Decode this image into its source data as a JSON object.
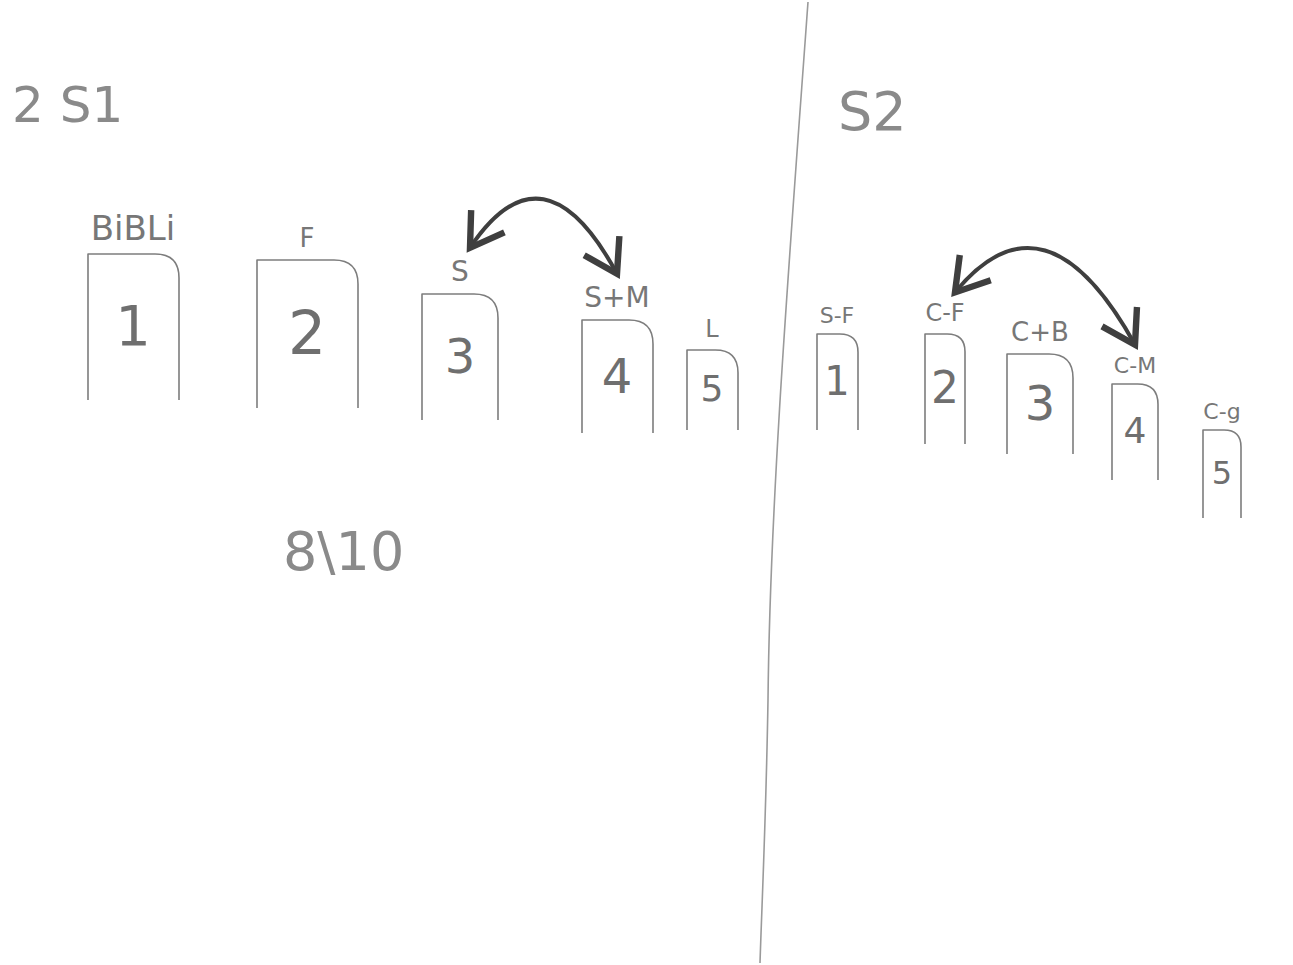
{
  "diagram": {
    "nodes": [
      {
        "text": [
          "BiBLi",
          "1"
        ]
      },
      {
        "text": [
          "F",
          "2"
        ]
      },
      {
        "text": [
          "S",
          "3"
        ]
      },
      {
        "text": [
          "S+M",
          "4"
        ]
      },
      {
        "text": [
          "L",
          "5"
        ]
      },
      {
        "text": [
          "S-F",
          "1"
        ]
      },
      {
        "text": [
          "C-F",
          "2"
        ]
      },
      {
        "text": [
          "C+B",
          "3"
        ]
      },
      {
        "text": [
          "C-M",
          "4"
        ]
      },
      {
        "text": [
          "C-g",
          "5"
        ]
      }
    ],
    "edges": [
      {
        "from": 2,
        "to": 3,
        "arrow": "both"
      },
      {
        "from": 6,
        "to": 8,
        "arrow": "both"
      }
    ],
    "labels": [
      "2 S1",
      "S2",
      "8\\10"
    ]
  }
}
